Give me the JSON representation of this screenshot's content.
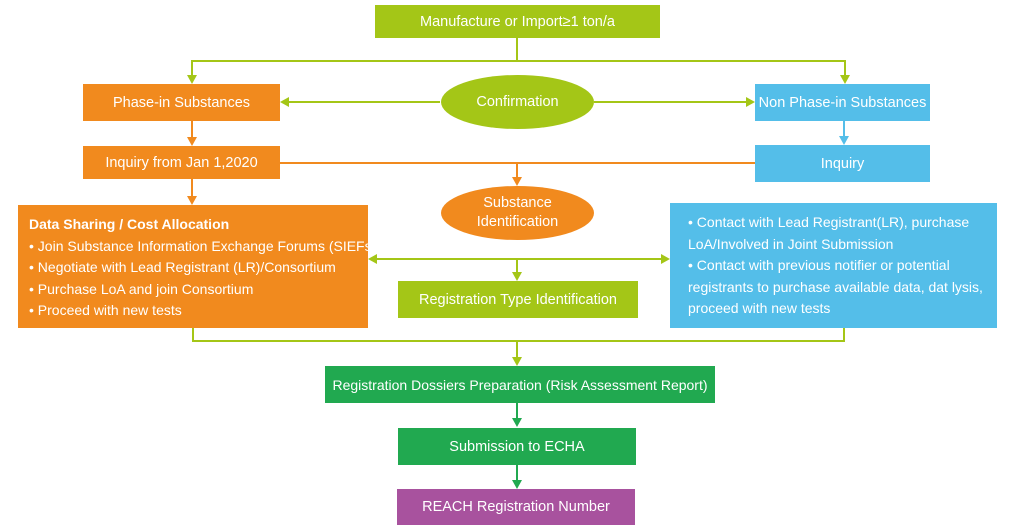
{
  "palette": {
    "green": "#a4c617",
    "orange": "#f18a1e",
    "blue": "#54bee9",
    "dgreen": "#21a950",
    "purple": "#a8529e"
  },
  "nodes": {
    "manufacture": {
      "label": "Manufacture or Import≥1 ton/a"
    },
    "phase_in": {
      "label": "Phase-in Substances"
    },
    "confirmation": {
      "label": "Confirmation"
    },
    "non_phase_in": {
      "label": "Non Phase-in Substances"
    },
    "inquiry_jan": {
      "label": "Inquiry from Jan 1,2020"
    },
    "inquiry": {
      "label": "Inquiry"
    },
    "substance_id": {
      "label": "Substance Identification"
    },
    "data_sharing": {
      "title": "Data Sharing / Cost Allocation",
      "bullets": [
        "• Join Substance Information Exchange Forums (SIEFs)",
        "• Negotiate with Lead Registrant (LR)/Consortium",
        "• Purchase LoA and join Consortium",
        "• Proceed with new tests"
      ]
    },
    "reg_type": {
      "label": "Registration Type Identification"
    },
    "contact": {
      "lines": [
        "• Contact with Lead Registrant(LR), purchase",
        "LoA/Involved in Joint Submission",
        "• Contact with previous notifier or potential",
        "registrants to purchase available data, dat lysis,",
        "proceed with new tests"
      ]
    },
    "dossiers": {
      "label": "Registration Dossiers Preparation (Risk Assessment Report)"
    },
    "submission": {
      "label": "Submission to ECHA"
    },
    "reach": {
      "label": "REACH Registration Number"
    }
  }
}
